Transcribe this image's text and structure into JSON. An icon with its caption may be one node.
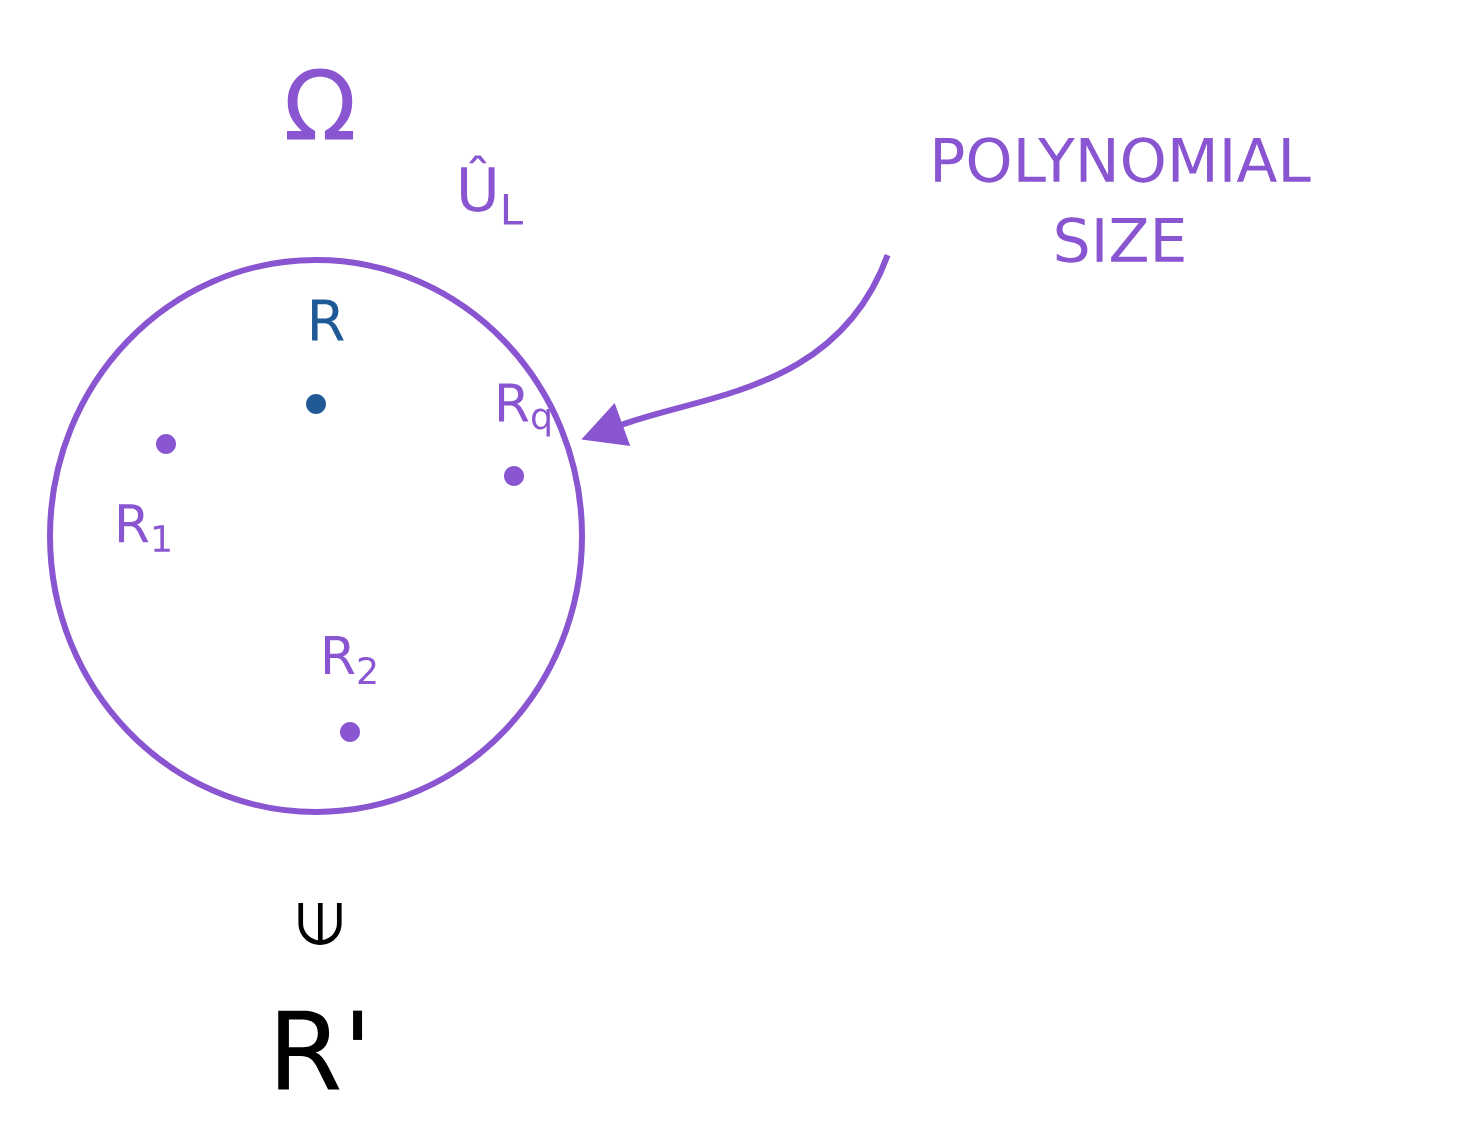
{
  "diagram": {
    "nodes": [
      {
        "text": [],
        "shape": "circle"
      },
      {
        "text": [
          "POLYNOMIAL SIZE"
        ]
      }
    ],
    "edges": [
      {
        "from": 1,
        "to": 0,
        "arrow": "to"
      }
    ],
    "labels": [
      "Ω",
      "Û$_{L}$",
      "R",
      "R$_{q}$",
      "R$_{1}$",
      "R$_{2}$",
      "∈",
      "R'"
    ]
  }
}
